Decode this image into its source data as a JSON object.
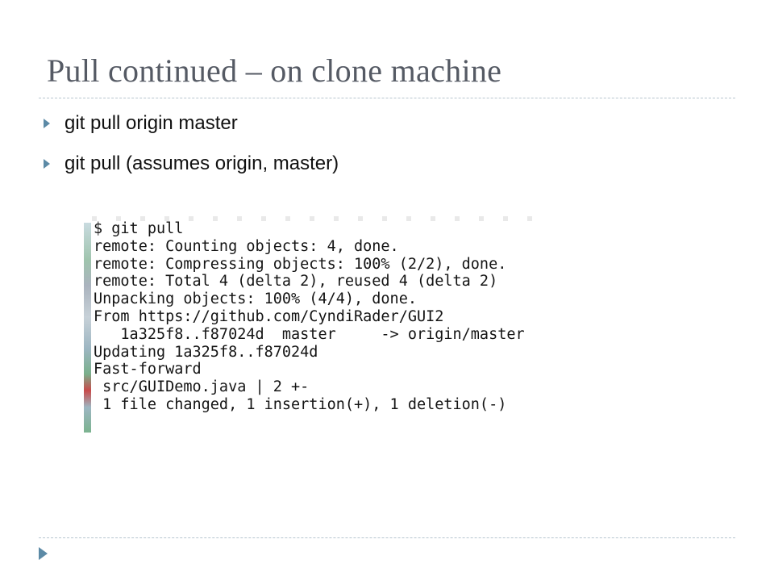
{
  "slide": {
    "title": "Pull continued – on clone machine",
    "bullets": [
      "git pull origin master",
      "git pull (assumes origin, master)"
    ]
  },
  "terminal": {
    "lines": [
      "$ git pull",
      "remote: Counting objects: 4, done.",
      "remote: Compressing objects: 100% (2/2), done.",
      "remote: Total 4 (delta 2), reused 4 (delta 2)",
      "Unpacking objects: 100% (4/4), done.",
      "From https://github.com/CyndiRader/GUI2",
      "   1a325f8..f87024d  master     -> origin/master",
      "Updating 1a325f8..f87024d",
      "Fast-forward",
      " src/GUIDemo.java | 2 +-",
      " 1 file changed, 1 insertion(+), 1 deletion(-)"
    ]
  },
  "colors": {
    "accent": "#5c8aa6",
    "title": "#555a64"
  }
}
